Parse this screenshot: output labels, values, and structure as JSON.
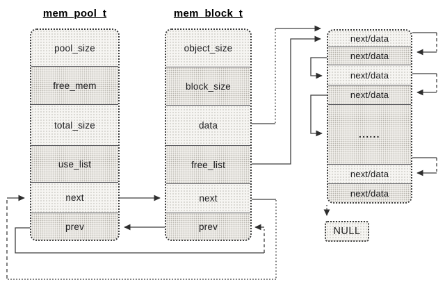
{
  "pool": {
    "title": "mem_pool_t",
    "cells": [
      {
        "label": "pool_size"
      },
      {
        "label": "free_mem"
      },
      {
        "label": "total_size"
      },
      {
        "label": "use_list"
      },
      {
        "label": "next"
      },
      {
        "label": "prev"
      }
    ]
  },
  "block": {
    "title": "mem_block_t",
    "cells": [
      {
        "label": "object_size"
      },
      {
        "label": "block_size"
      },
      {
        "label": "data"
      },
      {
        "label": "free_list"
      },
      {
        "label": "next"
      },
      {
        "label": "prev"
      }
    ]
  },
  "chunks": {
    "cells": [
      {
        "label": "next/data"
      },
      {
        "label": "next/data"
      },
      {
        "label": "next/data"
      },
      {
        "label": "next/data"
      },
      {
        "label": "......"
      },
      {
        "label": "next/data"
      },
      {
        "label": "next/data"
      }
    ]
  },
  "null_box": {
    "label": "NULL"
  },
  "colors": {
    "line": "#3d3d3d",
    "box_border": "#3c3c3c",
    "cell_text": "#1b1b1d",
    "background": "#ffffff"
  }
}
